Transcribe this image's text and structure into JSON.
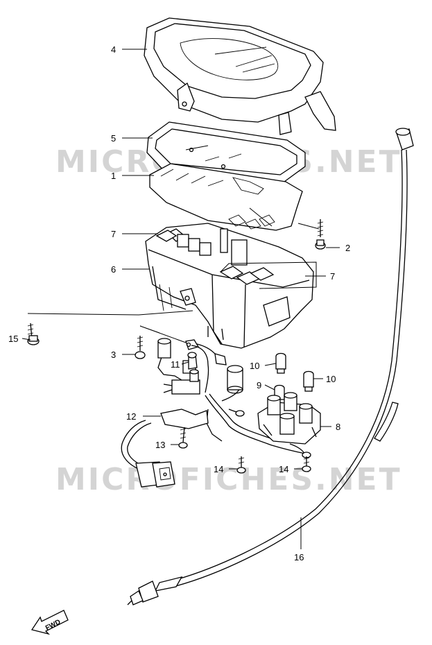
{
  "watermark": "MICROFICHES.NET",
  "fwd_label": "FWD",
  "callouts": [
    {
      "id": "c4",
      "text": "4"
    },
    {
      "id": "c5",
      "text": "5"
    },
    {
      "id": "c1",
      "text": "1"
    },
    {
      "id": "c7a",
      "text": "7"
    },
    {
      "id": "c2",
      "text": "2"
    },
    {
      "id": "c6",
      "text": "6"
    },
    {
      "id": "c7b",
      "text": "7"
    },
    {
      "id": "c15",
      "text": "15"
    },
    {
      "id": "c3",
      "text": "3"
    },
    {
      "id": "c11",
      "text": "11"
    },
    {
      "id": "c10a",
      "text": "10"
    },
    {
      "id": "c10b",
      "text": "10"
    },
    {
      "id": "c9",
      "text": "9"
    },
    {
      "id": "c8",
      "text": "8"
    },
    {
      "id": "c12",
      "text": "12"
    },
    {
      "id": "c13",
      "text": "13"
    },
    {
      "id": "c14a",
      "text": "14"
    },
    {
      "id": "c14b",
      "text": "14"
    },
    {
      "id": "c16",
      "text": "16"
    }
  ]
}
